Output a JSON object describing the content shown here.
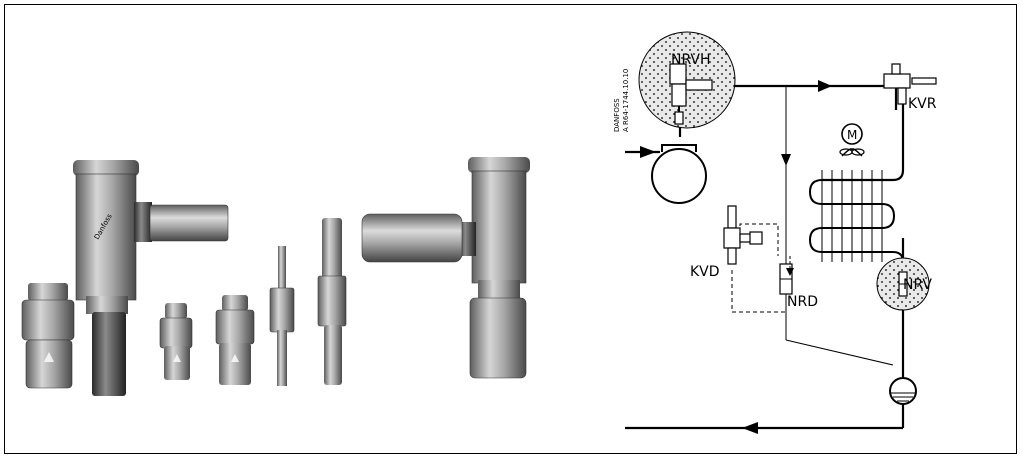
{
  "diagram": {
    "labels": {
      "nrvh": "NRVH",
      "kvr": "KVR",
      "kvd": "KVD",
      "nrd": "NRD",
      "nrv": "NRV",
      "motor": "M"
    },
    "drawing_code": {
      "line1": "DANFOSS",
      "line2": "A R64-1744.10.10"
    }
  },
  "photo": {
    "brand_marking": "Danfoss"
  },
  "colors": {
    "line": "#000000",
    "dot_fill": "#e9e9e9"
  }
}
